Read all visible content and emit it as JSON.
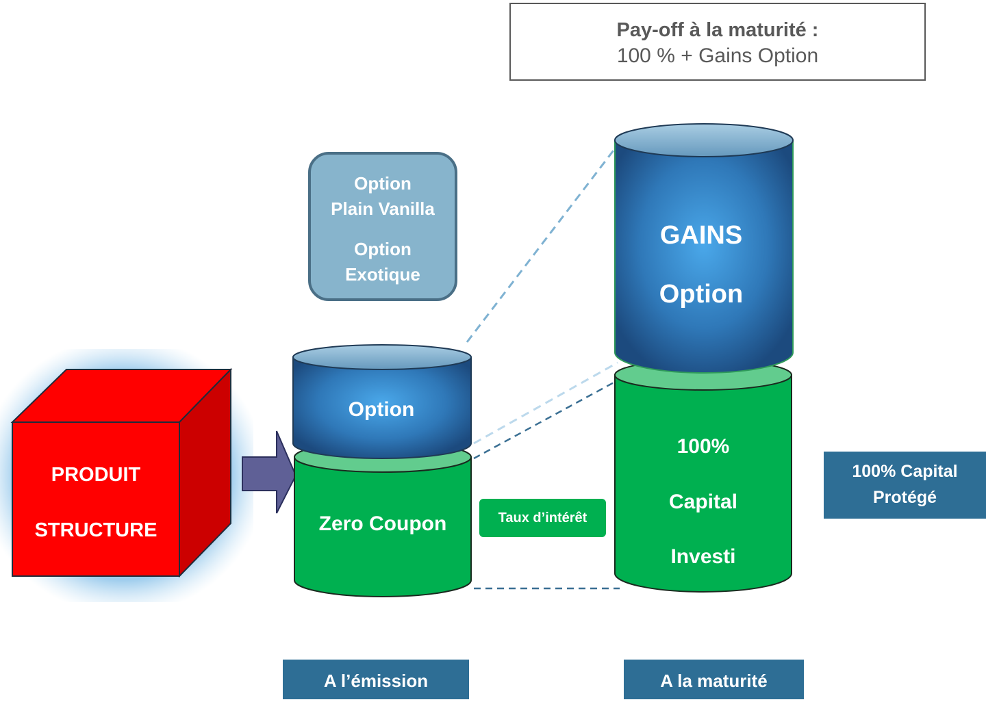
{
  "payoff": {
    "title": "Pay-off à la maturité :",
    "subtitle": "100 % + Gains Option"
  },
  "product": {
    "line1": "PRODUIT",
    "line2": "STRUCTURE"
  },
  "options_box": {
    "line1": "Option",
    "line2": "Plain Vanilla",
    "line3": "Option",
    "line4": "Exotique"
  },
  "emission_cylinder": {
    "top_label": "Option",
    "bottom_label": "Zero Coupon"
  },
  "rate_badge": "Taux d’intérêt",
  "maturity_cylinder": {
    "top_line1": "GAINS",
    "top_line2": "Option",
    "bottom_line1": "100%",
    "bottom_line2": "Capital",
    "bottom_line3": "Investi"
  },
  "protect_badge": {
    "line1": "100% Capital",
    "line2": "Protégé"
  },
  "phases": {
    "emission": "A l’émission",
    "maturity": "A la maturité"
  },
  "colors": {
    "cube_red": "#ff0000",
    "green": "#00b050",
    "blue": "#2e75b6",
    "badge_blue": "#2e6e95",
    "options_box": "#87b4cc",
    "arrow": "#5f6096"
  },
  "icons": {
    "arrow": "right-arrow-icon"
  }
}
